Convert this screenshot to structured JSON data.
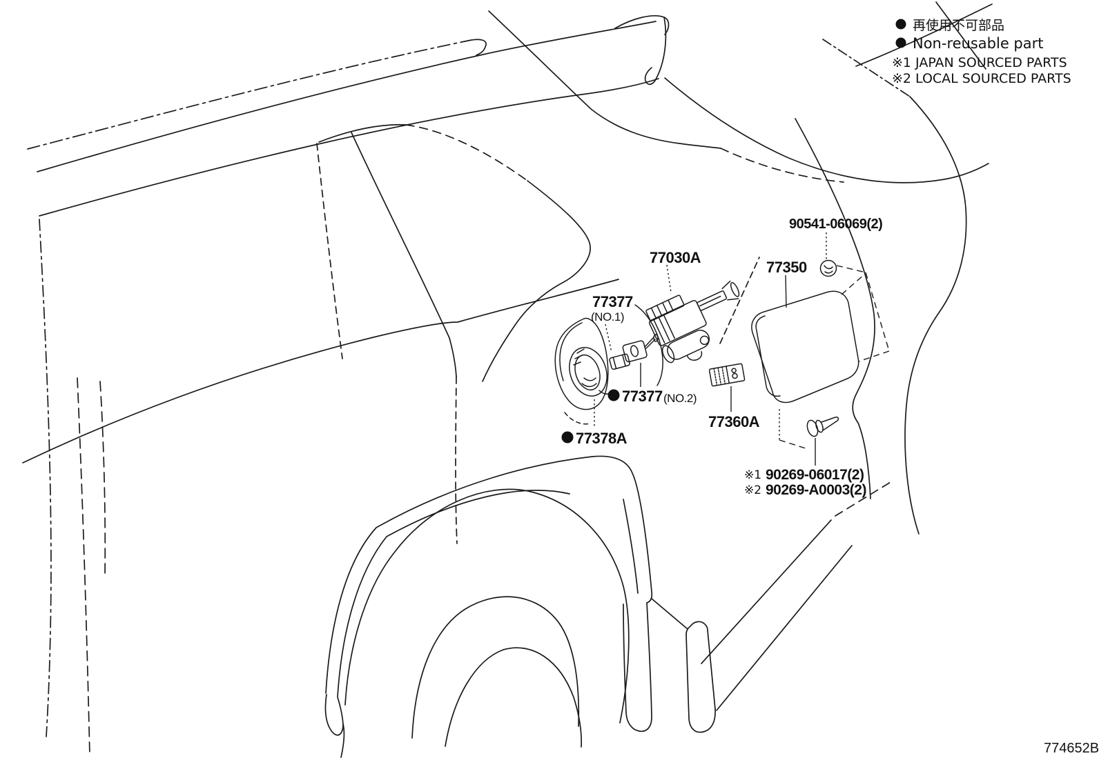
{
  "page": {
    "doc_number": "774652B",
    "background": "#ffffff",
    "line_color": "#1a1a1a"
  },
  "legend": {
    "non_reusable_marker": "●",
    "non_reusable_jp": "再使用不可部品",
    "non_reusable_en": "Non-reusable part",
    "source_ref_1": "※1 JAPAN SOURCED PARTS",
    "source_ref_2": "※2 LOCAL SOURCED PARTS"
  },
  "parts": {
    "grommet": {
      "number": "90541-06069(2)"
    },
    "lock_assembly": {
      "number": "77030A"
    },
    "fuel_lid": {
      "number": "77350"
    },
    "cushion_no1": {
      "number": "77377",
      "note": "(NO.1)"
    },
    "cushion_no2": {
      "number": "77377",
      "note": "(NO.2)",
      "non_reusable": true
    },
    "name_label": {
      "number": "77360A"
    },
    "housing": {
      "number": "77378A",
      "non_reusable": true
    },
    "screw_japan": {
      "prefix": "※1",
      "number": "90269-06017(2)"
    },
    "screw_local": {
      "prefix": "※2",
      "number": "90269-A0003(2)"
    }
  }
}
